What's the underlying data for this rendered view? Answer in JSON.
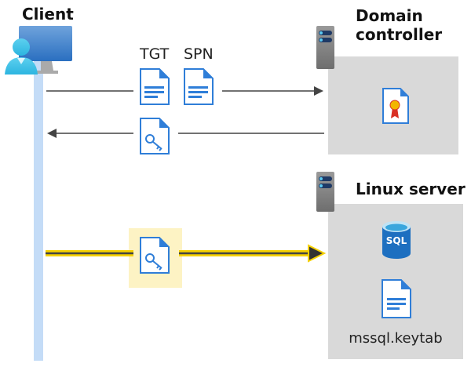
{
  "client": {
    "title": "Client",
    "icon": "user-computer-icon"
  },
  "domain_controller": {
    "title_line1": "Domain",
    "title_line2": "controller",
    "icon": "server-icon",
    "content_icon": "certificate-icon"
  },
  "linux_server": {
    "title": "Linux server",
    "icon": "server-icon",
    "sql_label": "SQL",
    "keytab_label": "mssql.keytab"
  },
  "messages": [
    {
      "labels": [
        "TGT",
        "SPN"
      ],
      "direction": "client-to-dc"
    },
    {
      "icon": "key-document-icon",
      "direction": "dc-to-client"
    },
    {
      "icon": "key-document-icon",
      "direction": "client-to-linux-server",
      "highlighted": true
    }
  ],
  "colors": {
    "lifeline": "#c4dcf7",
    "highlight": "#fdf3c4",
    "arrow_highlight": "#f5d000",
    "box": "#d9d9d9",
    "doc_blue": "#2f7ed8"
  }
}
